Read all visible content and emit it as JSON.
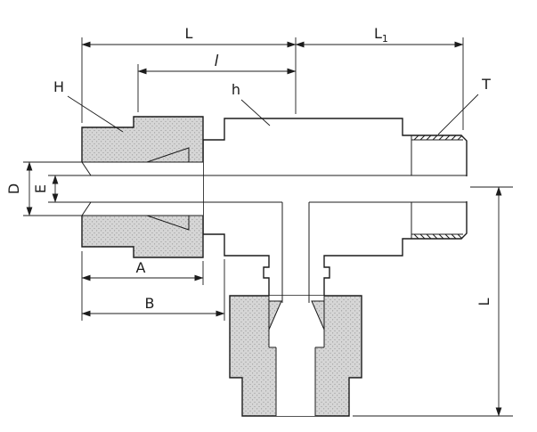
{
  "diagram": {
    "labels": {
      "dim_L_top": "L",
      "dim_L1_main": "L",
      "dim_L1_sub": "1",
      "dim_l_small": "l",
      "dim_H": "H",
      "dim_h": "h",
      "dim_T": "T",
      "dim_D": "D",
      "dim_E": "E",
      "dim_A": "A",
      "dim_B": "B",
      "dim_L_right": "L"
    },
    "colors": {
      "line": "#1c1c1c",
      "fill_metal": "#d6d6d6",
      "stipple_dot": "#999999",
      "background": "#ffffff"
    }
  }
}
